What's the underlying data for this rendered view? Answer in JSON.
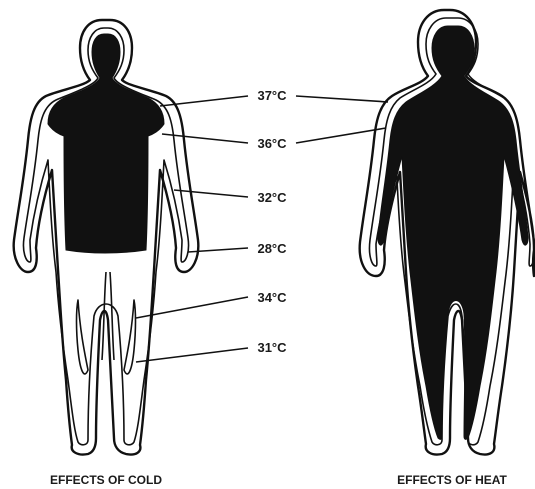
{
  "labels": {
    "t37": "37°C",
    "t36": "36°C",
    "t32": "32°C",
    "t28": "28°C",
    "t34": "34°C",
    "t31": "31°C"
  },
  "captions": {
    "cold": "EFFECTS OF COLD",
    "heat": "EFFECTS OF HEAT"
  }
}
